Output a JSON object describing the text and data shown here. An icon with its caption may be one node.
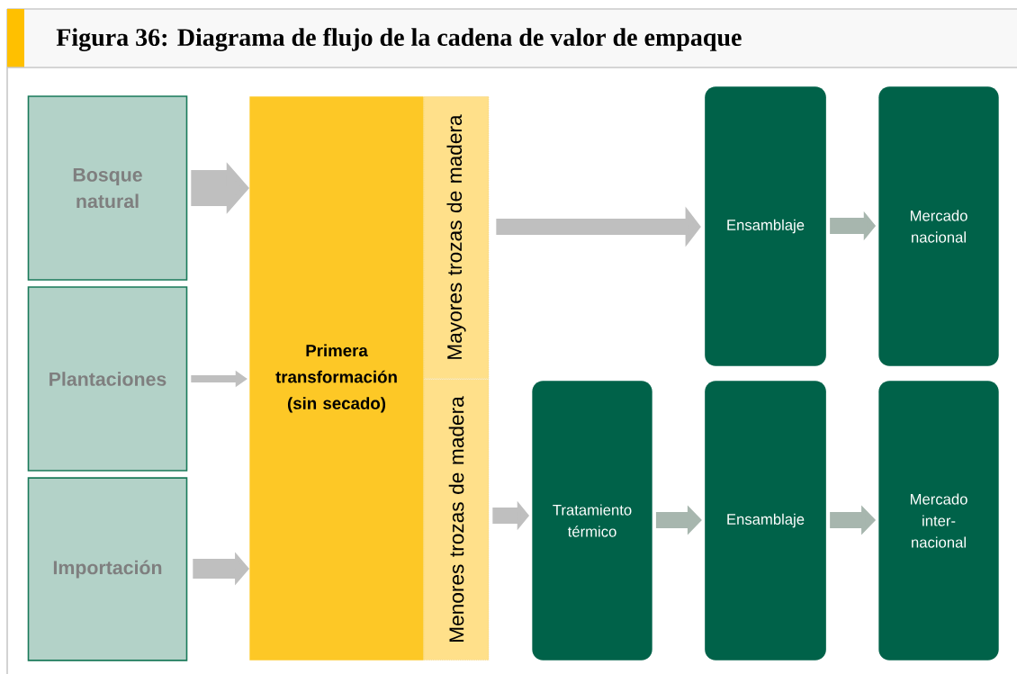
{
  "diagram": {
    "title": "Figura 36: Diagrama de flujo de la cadena de valor de empaque",
    "nodes": [
      {
        "text": [
          "Bosque natural"
        ]
      },
      {
        "text": [
          "Plantaciones"
        ]
      },
      {
        "text": [
          "Importación"
        ]
      },
      {
        "text": [
          "Primera transformación (sin secado)"
        ]
      },
      {
        "text": [
          "Mayores trozas de madera"
        ]
      },
      {
        "text": [
          "Menores  trozas de madera"
        ]
      },
      {
        "text": [
          "Tratamiento térmico"
        ]
      },
      {
        "text": [
          "Ensamblaje"
        ]
      },
      {
        "text": [
          "Mercado nacional"
        ]
      },
      {
        "text": [
          "Ensamblaje"
        ]
      },
      {
        "text": [
          "Mercado inter- nacional"
        ]
      }
    ],
    "edges": [
      {
        "from": 0,
        "to": 3,
        "arrow": "to",
        "style": "thick"
      },
      {
        "from": 1,
        "to": 3,
        "arrow": "to"
      },
      {
        "from": 2,
        "to": 3,
        "arrow": "to"
      },
      {
        "from": 4,
        "to": 7,
        "arrow": "to"
      },
      {
        "from": 5,
        "to": 6,
        "arrow": "to"
      },
      {
        "from": 6,
        "to": 9,
        "arrow": "to",
        "color": "#a7b6ae"
      },
      {
        "from": 7,
        "to": 8,
        "arrow": "to",
        "color": "#a7b6ae"
      },
      {
        "from": 9,
        "to": 10,
        "arrow": "to",
        "color": "#a7b6ae"
      }
    ]
  }
}
